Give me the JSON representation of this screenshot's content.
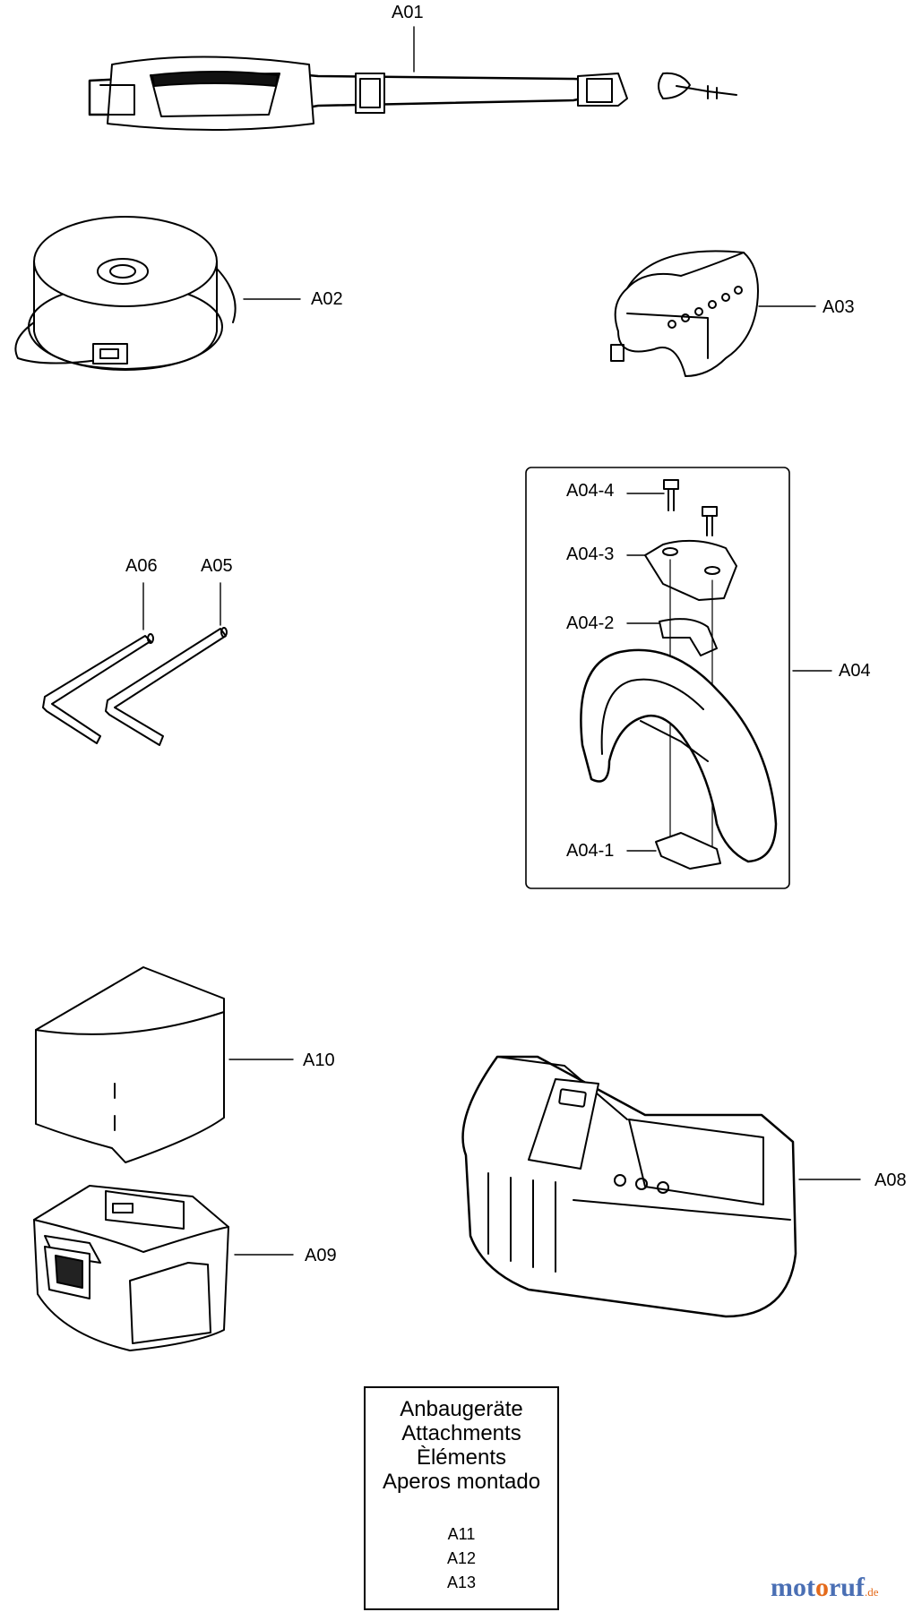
{
  "callouts": {
    "a01": "A01",
    "a02": "A02",
    "a03": "A03",
    "a04": "A04",
    "a04_1": "A04-1",
    "a04_2": "A04-2",
    "a04_3": "A04-3",
    "a04_4": "A04-4",
    "a05": "A05",
    "a06": "A06",
    "a08": "A08",
    "a09": "A09",
    "a10": "A10"
  },
  "legend": {
    "title_lines": [
      "Anbaugeräte",
      "Attachments",
      "Èléments",
      "Aperos montado"
    ],
    "codes": [
      "A11",
      "A12",
      "A13"
    ]
  },
  "brand": {
    "part1": "mot",
    "part2": "o",
    "part3": "ruf",
    "suffix": ".de"
  },
  "colors": {
    "line": "#000000",
    "brand_blue": "#4a6fb4",
    "brand_orange": "#e46a1b"
  }
}
